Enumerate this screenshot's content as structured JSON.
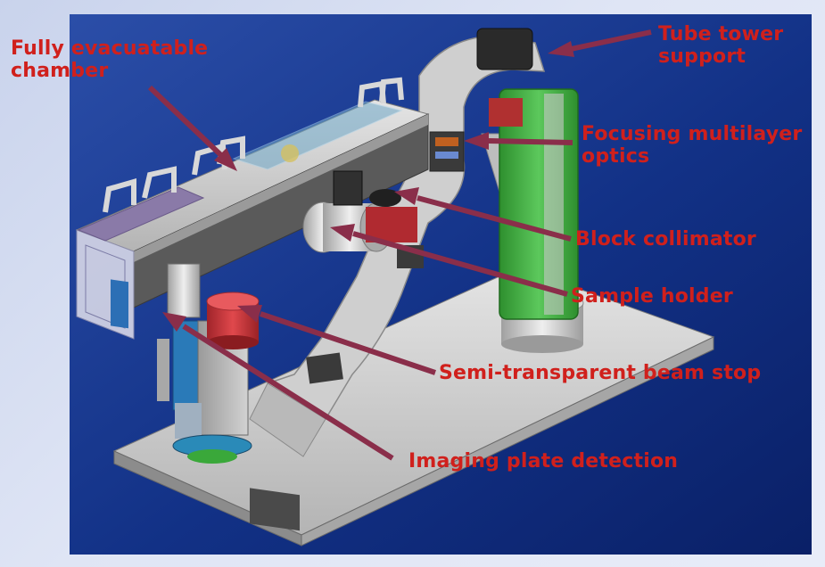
{
  "labels": {
    "chamber": [
      "Fully evacuatable",
      "chamber"
    ],
    "tube": [
      "Tube tower",
      "support"
    ],
    "optics": [
      "Focusing multilayer",
      "optics"
    ],
    "collimator": "Block collimator",
    "sample": "Sample holder",
    "beamstop": "Semi-transparent beam stop",
    "detection": "Imaging plate detection"
  },
  "colors": {
    "label": "#d0201c",
    "arrow": "#8a2e4a",
    "background_panel": "#0d2a78",
    "tower": "#3aa83a",
    "metal": "#c8c8c8"
  }
}
